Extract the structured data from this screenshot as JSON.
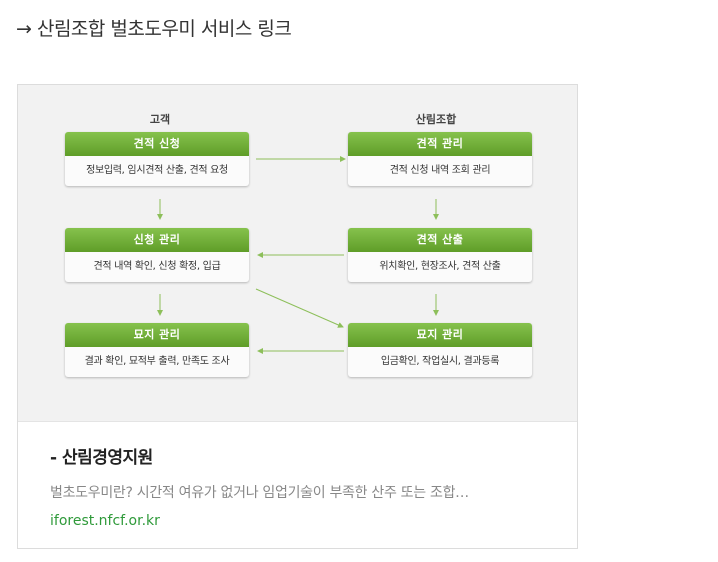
{
  "heading": "→ 산림조합 벌초도우미 서비스 링크",
  "diagram": {
    "customer_label": "고객",
    "cooperative_label": "산림조합",
    "boxes": {
      "estimate_request": {
        "title": "견적 신청",
        "body": "정보입력, 임시견적 산출, 견적 요청"
      },
      "estimate_manage": {
        "title": "견적 관리",
        "body": "견적 신청 내역 조회 관리"
      },
      "request_manage": {
        "title": "신청 관리",
        "body": "견적 내역 확인, 신청 확정, 입급"
      },
      "estimate_calc": {
        "title": "견적 산출",
        "body": "위치확인, 현장조사, 견적 산출"
      },
      "grave_manage_customer": {
        "title": "묘지 관리",
        "body": "결과 확인, 묘적부 출력, 만족도 조사"
      },
      "grave_manage_coop": {
        "title": "묘지 관리",
        "body": "입금확인, 작업실시, 결과등록"
      }
    },
    "colors": {
      "box_header": "#6fac36",
      "arrow": "#8dbf5a",
      "background": "#f2f2f2"
    }
  },
  "link_card": {
    "title": "- 산림경영지원",
    "description": "벌초도우미란? 시간적 여유가 없거나 임업기술이 부족한 산주 또는 조합…",
    "url": "iforest.nfcf.or.kr",
    "url_color": "#2f9a3a"
  }
}
